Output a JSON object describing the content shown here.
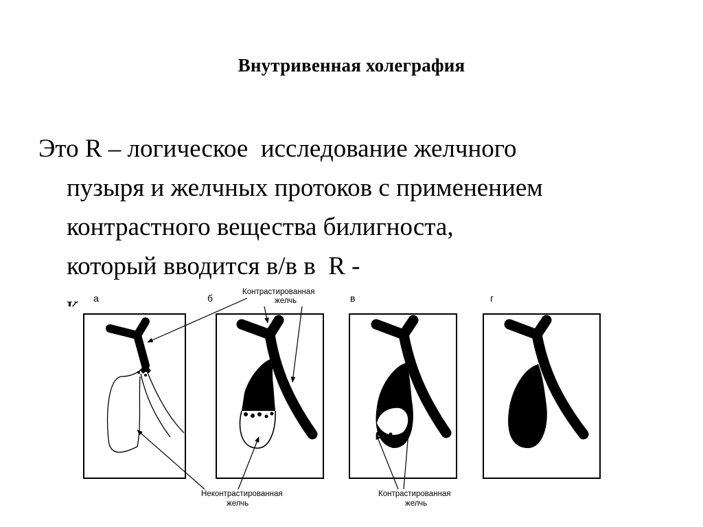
{
  "slide": {
    "title": "Внутривенная холеграфия",
    "paragraph_lines": [
      "Это R – логическое  исследование желчного",
      "пузыря и желчных протоков с применением",
      "контрастного вещества билигноста,",
      "который вводится в/в в  R -",
      "к"
    ]
  },
  "figure": {
    "panel_letters": [
      "а",
      "б",
      "в",
      "г"
    ],
    "label_top_contrast": [
      "Контрастированная",
      "желчь"
    ],
    "label_bottom_noncontrast": [
      "Неконтрастированная",
      "желчь"
    ],
    "label_bottom_contrast": [
      "Контрастированная",
      "желчь"
    ]
  }
}
